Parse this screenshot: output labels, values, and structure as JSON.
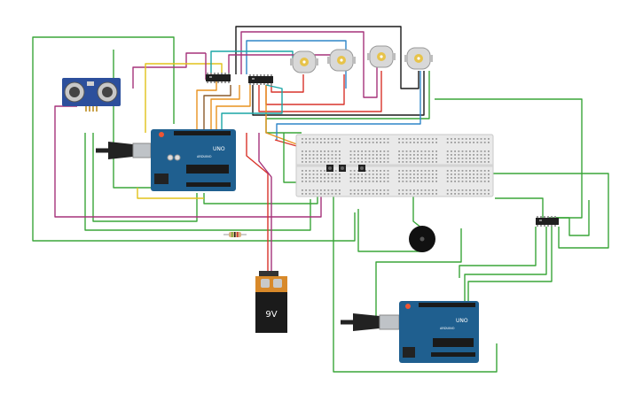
{
  "canvas": {
    "background": "#ffffff"
  },
  "components": {
    "arduino_main": {
      "brand": "ARDUINO",
      "model": "UNO",
      "board_color": "#1f5f8f"
    },
    "arduino_secondary": {
      "brand": "ARDUINO",
      "model": "UNO",
      "board_color": "#1f5f8f"
    },
    "battery": {
      "label": "9V",
      "body_color": "#1b1b1b",
      "cap_color": "#d8892a"
    },
    "breadboard": {
      "color": "#e9e9e9"
    },
    "ultrasonic": {
      "color": "#2c4f9c"
    },
    "motors": {
      "count": 4,
      "color": "#d8d8d8"
    },
    "buzzer": {
      "color": "#111111"
    }
  },
  "wire_colors": {
    "green": "#3aa639",
    "red": "#d9342b",
    "black": "#1a1a1a",
    "orange": "#e8921f",
    "yellow": "#e2c21a",
    "purple": "#a5327a",
    "blue": "#2f86c9",
    "teal": "#1aa6a6",
    "brown": "#8a5a2b"
  }
}
